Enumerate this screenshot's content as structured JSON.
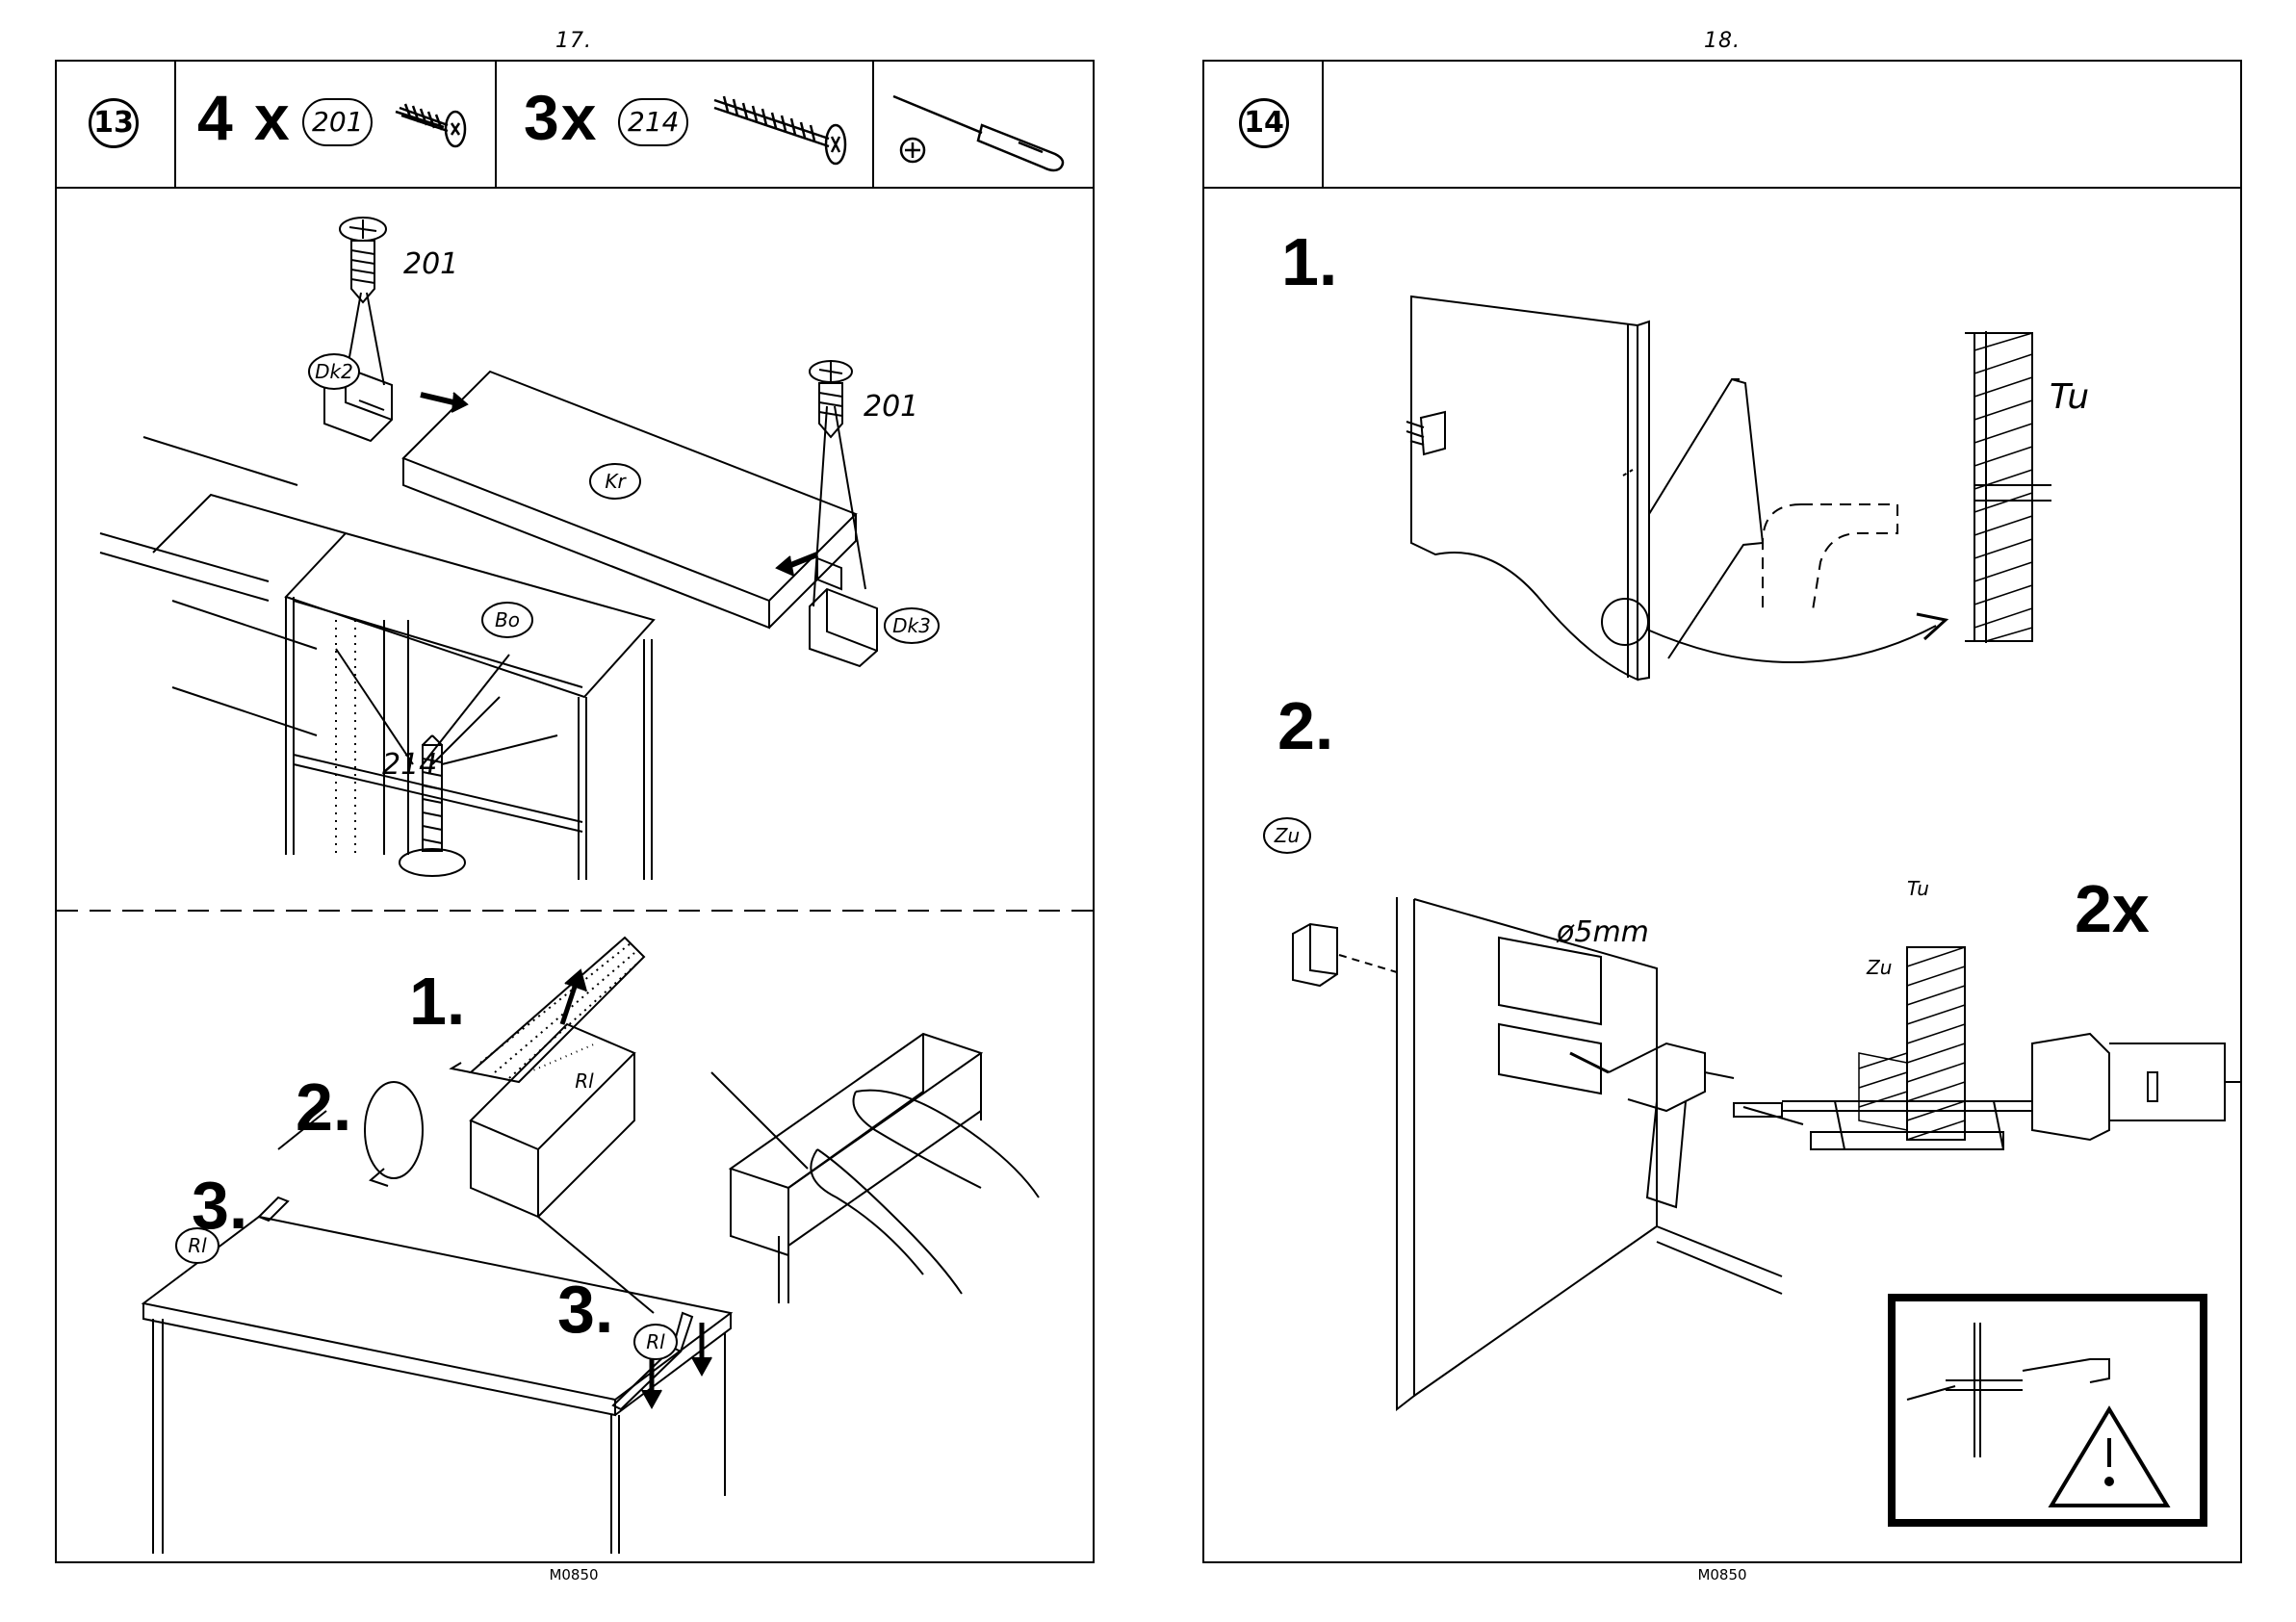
{
  "pages": [
    {
      "page_number": "17.",
      "footer": "M0850",
      "step": "13",
      "hardware": [
        {
          "quantity": "4 x",
          "part": "201",
          "icon": "short-screw-icon"
        },
        {
          "quantity": "3x",
          "part": "214",
          "icon": "long-screw-icon"
        }
      ],
      "tool_icon": "phillips-screwdriver-icon",
      "upper_labels": {
        "screw_a": "201",
        "screw_b": "201",
        "screw_c": "214",
        "dk2": "Dk2",
        "dk3": "Dk3",
        "kr": "Kr",
        "bo": "Bo"
      },
      "lower_labels": {
        "step1": "1.",
        "step2": "2.",
        "step3a": "3.",
        "step3b": "3.",
        "rl_strip": "Rl",
        "rl_left": "Rl",
        "rl_right": "Rl"
      }
    },
    {
      "page_number": "18.",
      "footer": "M0850",
      "step": "14",
      "labels": {
        "step1": "1.",
        "step2": "2.",
        "tu_top": "Tu",
        "zu": "Zu",
        "drill_size": "ø5mm",
        "tu_small": "Tu",
        "zu_small": "Zu",
        "repeat": "2x"
      },
      "warning_icon": "warning-triangle-icon"
    }
  ]
}
